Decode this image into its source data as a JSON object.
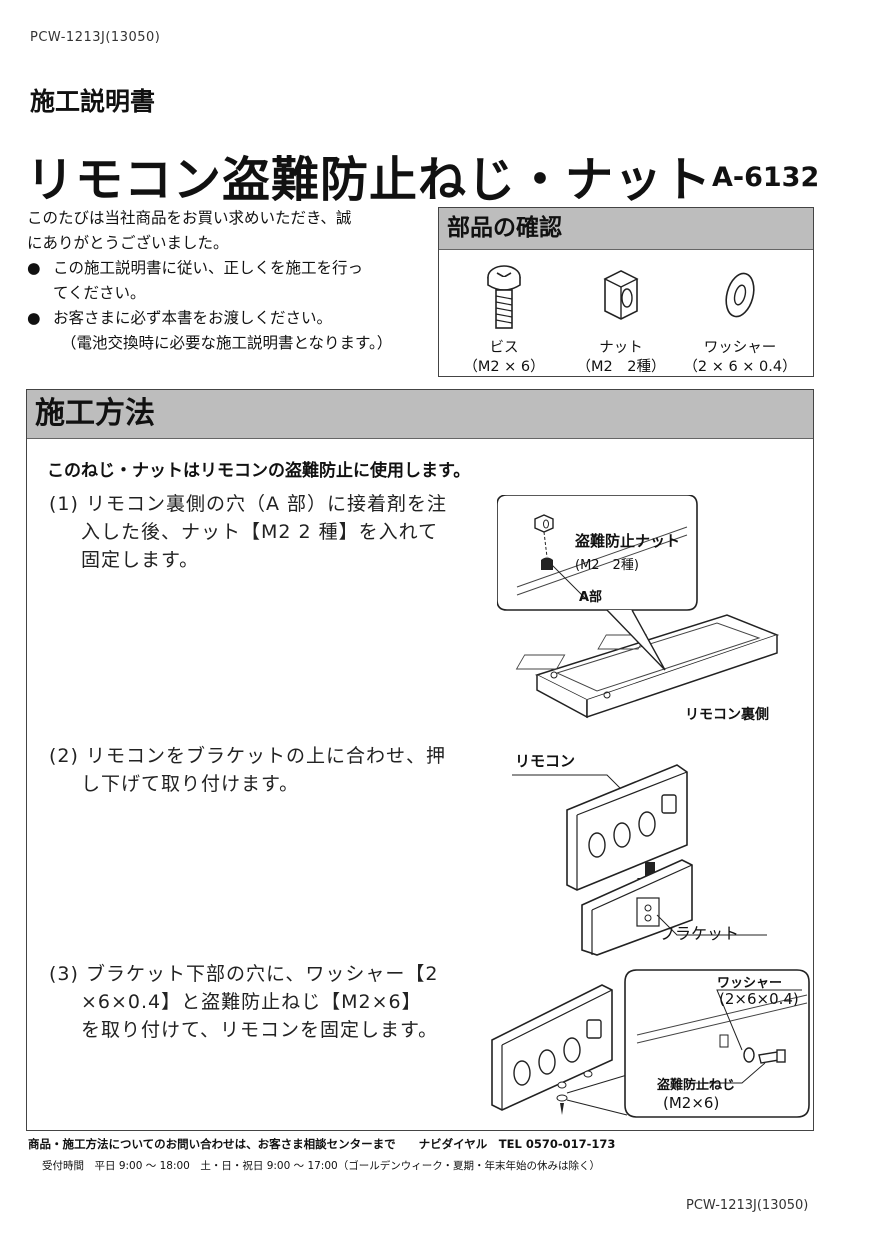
{
  "doc_number": "PCW-1213J(13050)",
  "doc_type": "施工説明書",
  "product_title": "リモコン盗難防止ねじ・ナット",
  "model_number": "A-6132",
  "intro": {
    "greeting_line1": "このたびは当社商品をお買い求めいただき、誠",
    "greeting_line2": "にありがとうございました。",
    "bullet1_line1": "この施工説明書に従い、正しくを施工を行っ",
    "bullet1_line2": "てください。",
    "bullet2": "お客さまに必ず本書をお渡しください。",
    "bullet2_note": "（電池交換時に必要な施工説明書となります。）",
    "bullet_mark": "●"
  },
  "parts": {
    "heading": "部品の確認",
    "items": [
      {
        "name": "ビス",
        "spec": "（M2 × 6）",
        "icon": "screw-icon"
      },
      {
        "name": "ナット",
        "spec": "（M2　2種）",
        "icon": "nut-icon"
      },
      {
        "name": "ワッシャー",
        "spec": "（2 × 6 × 0.4）",
        "icon": "washer-icon"
      }
    ]
  },
  "method": {
    "heading": "施工方法",
    "lead": "このねじ・ナットはリモコンの盗難防止に使用します。",
    "steps": [
      {
        "no": "(1)",
        "line1": "リモコン裏側の穴（A 部）に接着剤を注",
        "line2": "入した後、ナット【M2 2 種】を入れて",
        "line3": "固定します。"
      },
      {
        "no": "(2)",
        "line1": "リモコンをブラケットの上に合わせ、押",
        "line2": "し下げて取り付けます。",
        "line3": ""
      },
      {
        "no": "(3)",
        "line1": "ブラケット下部の穴に、ワッシャー【2",
        "line2": "×6×0.4】と盗難防止ねじ【M2×6】",
        "line3": "を取り付けて、リモコンを固定します。"
      }
    ],
    "labels": {
      "nut_label": "盗難防止ナット",
      "nut_spec": "(M2　2種)",
      "a_part": "A部",
      "remote_back": "リモコン裏側",
      "remote": "リモコン",
      "bracket": "ブラケット",
      "washer": "ワッシャー",
      "washer_spec": "(2×6×0.4)",
      "screw_label": "盗難防止ねじ",
      "screw_spec": "(M2×6)"
    }
  },
  "footer": {
    "contact": "商品・施工方法についてのお問い合わせは、お客さま相談センターまで　　ナビダイヤル　TEL 0570-017-173",
    "hours": "受付時間　平日 9:00 ～ 18:00　土・日・祝日 9:00 ～ 17:00（ゴールデンウィーク・夏期・年末年始の休みは除く）"
  }
}
